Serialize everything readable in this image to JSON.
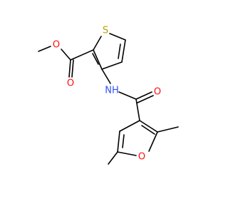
{
  "molecule": {
    "atoms": {
      "sulfur": "S",
      "ester_carbonyl_oxygen": "O",
      "ester_ether_oxygen": "O",
      "amide_nh": "NH",
      "amide_oxygen": "O",
      "furan_oxygen": "O"
    },
    "colors": {
      "bond": "#000000",
      "sulfur": "#b8a000",
      "oxygen": "#ff0d0d",
      "nitrogen": "#3050f8",
      "background": "#ffffff"
    }
  }
}
